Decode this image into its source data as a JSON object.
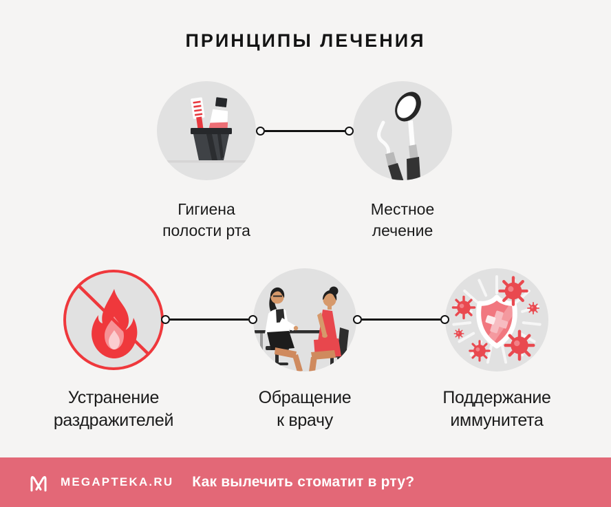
{
  "title": "ПРИНЦИПЫ ЛЕЧЕНИЯ",
  "steps": [
    {
      "id": "hygiene",
      "label_line1": "Гигиена",
      "label_line2": "полости рта",
      "icon": "toothbrush-cup-icon"
    },
    {
      "id": "local-treatment",
      "label_line1": "Местное",
      "label_line2": "лечение",
      "icon": "dental-tools-icon"
    },
    {
      "id": "irritants",
      "label_line1": "Устранение",
      "label_line2": "раздражителей",
      "icon": "no-fire-icon"
    },
    {
      "id": "doctor-visit",
      "label_line1": "Обращение",
      "label_line2": "к врачу",
      "icon": "doctor-consultation-icon"
    },
    {
      "id": "immunity",
      "label_line1": "Поддержание",
      "label_line2": "иммунитета",
      "icon": "immunity-shield-icon"
    }
  ],
  "footer": {
    "brand": "MEGAPTEKA.RU",
    "question": "Как вылечить стоматит в рту?",
    "logo_icon": "megapteka-logo-icon"
  },
  "colors": {
    "background": "#f5f4f3",
    "circle_gray": "#e1e1e1",
    "accent_red": "#ef383c",
    "footer_pink": "#e36877",
    "text_dark": "#1b1b1b",
    "connector_black": "#111111"
  }
}
